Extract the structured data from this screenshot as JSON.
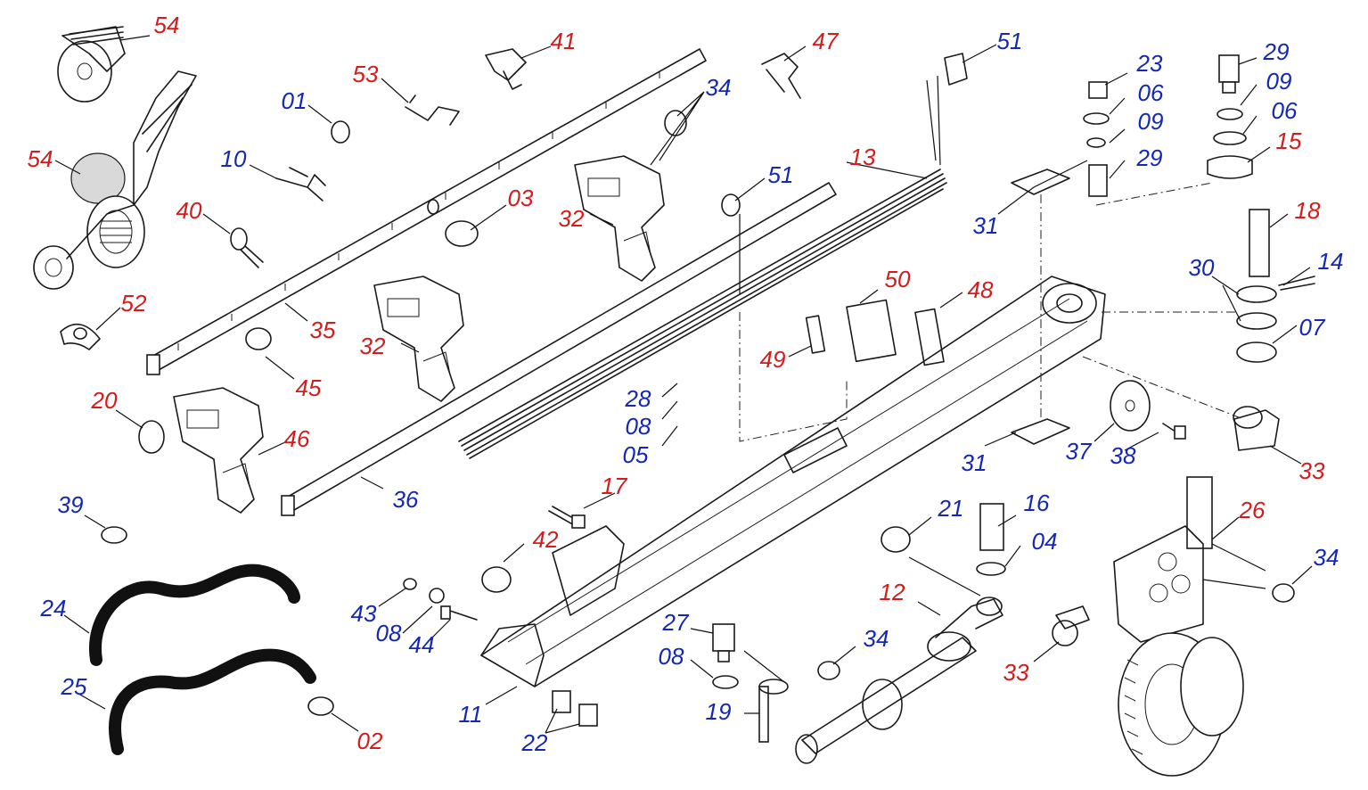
{
  "colors": {
    "red": "#d41c1c",
    "blue": "#1428b4",
    "ink": "#1a1a1a"
  },
  "labels": [
    {
      "id": "54a",
      "text": "54",
      "color": "red"
    },
    {
      "id": "54b",
      "text": "54",
      "color": "red"
    },
    {
      "id": "01",
      "text": "01",
      "color": "blue"
    },
    {
      "id": "10",
      "text": "10",
      "color": "blue"
    },
    {
      "id": "40",
      "text": "40",
      "color": "red"
    },
    {
      "id": "52",
      "text": "52",
      "color": "red"
    },
    {
      "id": "53",
      "text": "53",
      "color": "red"
    },
    {
      "id": "41",
      "text": "41",
      "color": "red"
    },
    {
      "id": "47",
      "text": "47",
      "color": "red"
    },
    {
      "id": "51a",
      "text": "51",
      "color": "blue"
    },
    {
      "id": "34a",
      "text": "34",
      "color": "blue"
    },
    {
      "id": "03",
      "text": "03",
      "color": "red"
    },
    {
      "id": "32a",
      "text": "32",
      "color": "red"
    },
    {
      "id": "51b",
      "text": "51",
      "color": "blue"
    },
    {
      "id": "13",
      "text": "13",
      "color": "red"
    },
    {
      "id": "35",
      "text": "35",
      "color": "red"
    },
    {
      "id": "32b",
      "text": "32",
      "color": "red"
    },
    {
      "id": "45",
      "text": "45",
      "color": "red"
    },
    {
      "id": "20",
      "text": "20",
      "color": "red"
    },
    {
      "id": "46",
      "text": "46",
      "color": "red"
    },
    {
      "id": "36",
      "text": "36",
      "color": "blue"
    },
    {
      "id": "39",
      "text": "39",
      "color": "blue"
    },
    {
      "id": "24",
      "text": "24",
      "color": "blue"
    },
    {
      "id": "25",
      "text": "25",
      "color": "blue"
    },
    {
      "id": "02",
      "text": "02",
      "color": "red"
    },
    {
      "id": "23",
      "text": "23",
      "color": "blue"
    },
    {
      "id": "06a",
      "text": "06",
      "color": "blue"
    },
    {
      "id": "09a",
      "text": "09",
      "color": "blue"
    },
    {
      "id": "29a",
      "text": "29",
      "color": "blue"
    },
    {
      "id": "29b",
      "text": "29",
      "color": "blue"
    },
    {
      "id": "09b",
      "text": "09",
      "color": "blue"
    },
    {
      "id": "06b",
      "text": "06",
      "color": "blue"
    },
    {
      "id": "15",
      "text": "15",
      "color": "red"
    },
    {
      "id": "31a",
      "text": "31",
      "color": "blue"
    },
    {
      "id": "18",
      "text": "18",
      "color": "red"
    },
    {
      "id": "30",
      "text": "30",
      "color": "blue"
    },
    {
      "id": "14",
      "text": "14",
      "color": "blue"
    },
    {
      "id": "07",
      "text": "07",
      "color": "blue"
    },
    {
      "id": "50",
      "text": "50",
      "color": "red"
    },
    {
      "id": "48",
      "text": "48",
      "color": "red"
    },
    {
      "id": "49",
      "text": "49",
      "color": "red"
    },
    {
      "id": "28",
      "text": "28",
      "color": "blue"
    },
    {
      "id": "08a",
      "text": "08",
      "color": "blue"
    },
    {
      "id": "05",
      "text": "05",
      "color": "blue"
    },
    {
      "id": "31b",
      "text": "31",
      "color": "blue"
    },
    {
      "id": "37",
      "text": "37",
      "color": "blue"
    },
    {
      "id": "38",
      "text": "38",
      "color": "blue"
    },
    {
      "id": "33a",
      "text": "33",
      "color": "red"
    },
    {
      "id": "17",
      "text": "17",
      "color": "red"
    },
    {
      "id": "42",
      "text": "42",
      "color": "red"
    },
    {
      "id": "43",
      "text": "43",
      "color": "blue"
    },
    {
      "id": "08b",
      "text": "08",
      "color": "blue"
    },
    {
      "id": "44",
      "text": "44",
      "color": "blue"
    },
    {
      "id": "11",
      "text": "11",
      "color": "blue"
    },
    {
      "id": "22",
      "text": "22",
      "color": "blue"
    },
    {
      "id": "27",
      "text": "27",
      "color": "blue"
    },
    {
      "id": "08c",
      "text": "08",
      "color": "blue"
    },
    {
      "id": "19",
      "text": "19",
      "color": "blue"
    },
    {
      "id": "34b",
      "text": "34",
      "color": "blue"
    },
    {
      "id": "21",
      "text": "21",
      "color": "blue"
    },
    {
      "id": "16",
      "text": "16",
      "color": "blue"
    },
    {
      "id": "04",
      "text": "04",
      "color": "blue"
    },
    {
      "id": "12",
      "text": "12",
      "color": "red"
    },
    {
      "id": "26",
      "text": "26",
      "color": "red"
    },
    {
      "id": "34c",
      "text": "34",
      "color": "blue"
    },
    {
      "id": "33b",
      "text": "33",
      "color": "red"
    }
  ]
}
